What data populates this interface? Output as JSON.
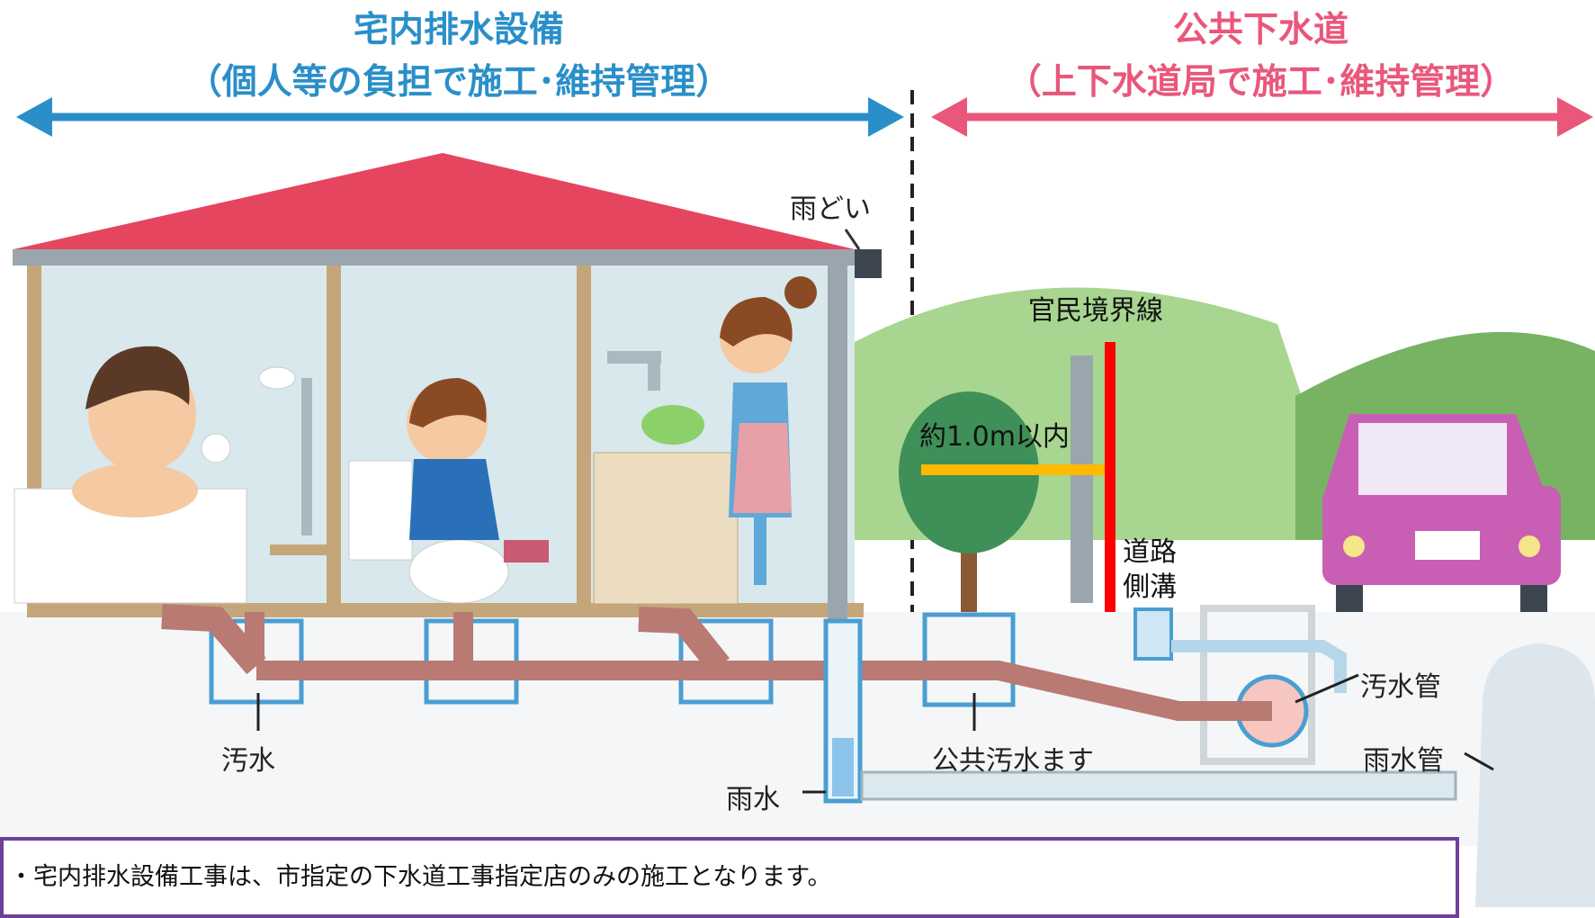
{
  "header": {
    "left_title": "宅内排水設備",
    "left_subtitle": "（個人等の負担で施工･維持管理）",
    "right_title": "公共下水道",
    "right_subtitle": "（上下水道局で施工･維持管理）"
  },
  "labels": {
    "gutter": "雨どい",
    "boundary": "官民境界線",
    "distance": "約1.0m以内",
    "side_ditch_1": "道路",
    "side_ditch_2": "側溝",
    "sewage_main": "汚水管",
    "public_basin": "公共汚水ます",
    "sewage": "汚水",
    "storm_pipe": "雨水管",
    "rainwater": "雨水"
  },
  "notes": [
    "・宅内排水設備工事は、市指定の下水道工事指定店のみの施工となります。"
  ],
  "colors": {
    "private_arrow": "#2a8fc9",
    "public_arrow": "#e9577a",
    "roof": "#e64560",
    "boundary_line": "#ff0000",
    "distance_line": "#ffb900",
    "sewage_pipe": "#b87a72",
    "note_border": "#6f3f9a"
  }
}
